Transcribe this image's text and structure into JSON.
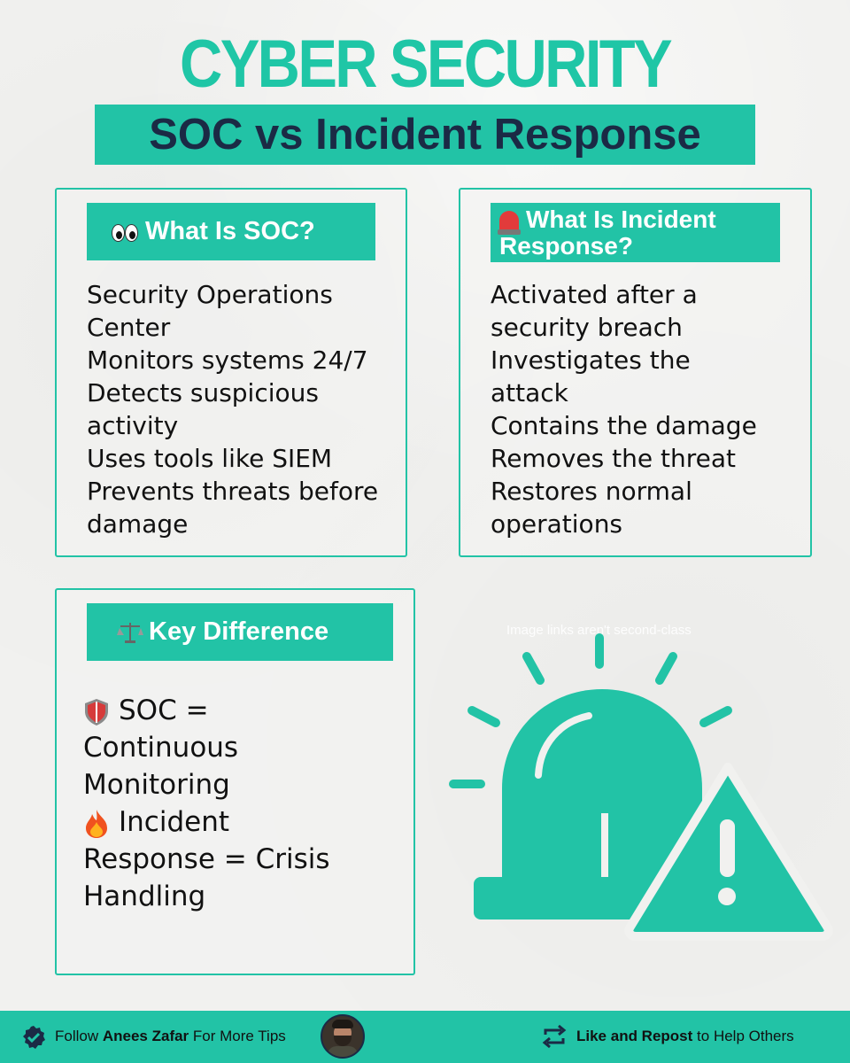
{
  "header": {
    "title": "CYBER SECURITY",
    "subtitle": "SOC vs Incident Response"
  },
  "soc_card": {
    "heading": "What Is SOC?",
    "heading_icon": "eyes-icon",
    "lines": [
      "Security Operations",
      "Center",
      "Monitors systems 24/7",
      "Detects suspicious",
      "activity",
      "Uses tools like SIEM",
      "Prevents threats before",
      "damage"
    ]
  },
  "ir_card": {
    "heading_line1": "What Is Incident",
    "heading_line2": "Response?",
    "heading_icon": "siren-icon",
    "lines": [
      "Activated after a",
      "security breach",
      "Investigates the",
      "attack",
      "Contains the damage",
      "Removes the threat",
      "Restores normal",
      "operations"
    ]
  },
  "key_card": {
    "heading": "Key Difference",
    "heading_icon": "scales-icon",
    "line1_icon": "shield-icon",
    "lines": [
      "SOC =",
      "Continuous",
      "Monitoring",
      "Incident",
      "Response = Crisis",
      "Handling"
    ],
    "line4_icon": "fire-icon"
  },
  "illustration": {
    "caption": "Image links aren't second-class",
    "icon": "siren-alert-icon"
  },
  "footer": {
    "left_prefix": "Follow",
    "left_name": "Anees Zafar",
    "left_suffix": "For More Tips",
    "right_bold": "Like and Repost",
    "right_suffix": "to Help Others"
  },
  "colors": {
    "accent": "#22c3a6",
    "title": "#1fc6a6",
    "navy": "#1b2a45",
    "background": "#f1f1ef"
  }
}
